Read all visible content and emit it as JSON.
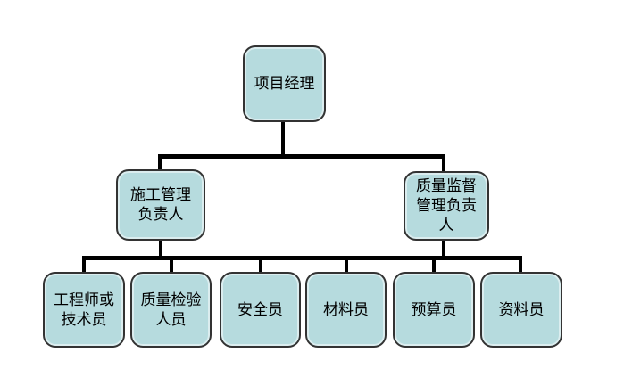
{
  "diagram": {
    "type": "org-chart",
    "nodes": {
      "root": {
        "label": "项目经理"
      },
      "level2": [
        {
          "label": "施工管理\n负责人"
        },
        {
          "label": "质量监督\n管理负责\n人"
        }
      ],
      "level3": [
        {
          "label": "工程师或\n技术员"
        },
        {
          "label": "质量检验\n人员"
        },
        {
          "label": "安全员"
        },
        {
          "label": "材料员"
        },
        {
          "label": "预算员"
        },
        {
          "label": "资料员"
        }
      ]
    },
    "colors": {
      "background": "#ffffff",
      "node_fill": "#b6dbde",
      "node_border": "#333333",
      "connector": "#000000"
    }
  }
}
